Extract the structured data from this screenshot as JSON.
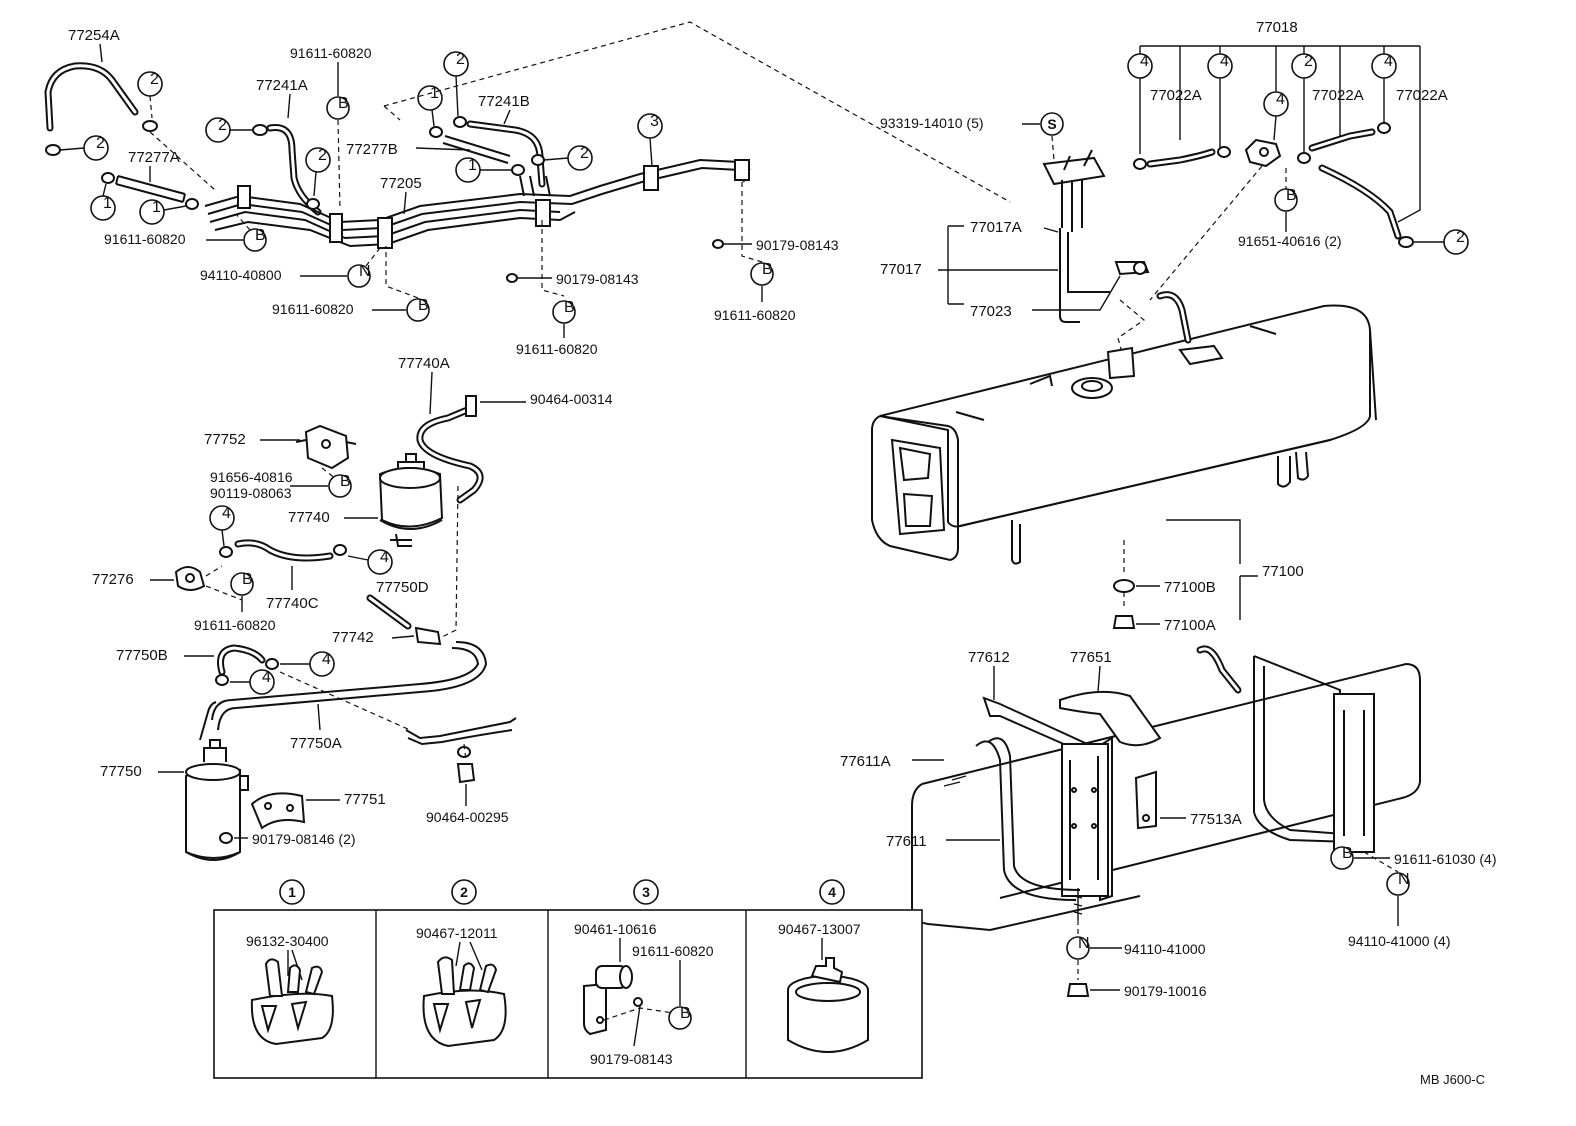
{
  "labels": {
    "p77254A": "77254A",
    "p91611_60820_a": "91611-60820",
    "p77241A": "77241A",
    "p77241B": "77241B",
    "p77277A": "77277A",
    "p77277B": "77277B",
    "p77205": "77205",
    "p91611_60820_b": "91611-60820",
    "p94110_40800": "94110-40800",
    "p91611_60820_c": "91611-60820",
    "p90179_08143_a": "90179-08143",
    "p91611_60820_d": "91611-60820",
    "p90179_08143_b": "90179-08143",
    "p91611_60820_e": "91611-60820",
    "p93319_14010": "93319-14010 (5)",
    "p77017A": "77017A",
    "p77017": "77017",
    "p77023": "77023",
    "p77018": "77018",
    "p77022A_a": "77022A",
    "p77022A_b": "77022A",
    "p77022A_c": "77022A",
    "p91651_40616": "91651-40616 (2)",
    "p77740A": "77740A",
    "p90464_00314": "90464-00314",
    "p77752": "77752",
    "p91656_40816": "91656-40816",
    "p90119_08063": "90119-08063",
    "p77740": "77740",
    "p77276": "77276",
    "p77740C": "77740C",
    "p77750D": "77750D",
    "p91611_60820_f": "91611-60820",
    "p77742": "77742",
    "p77750B": "77750B",
    "p77750A": "77750A",
    "p77750": "77750",
    "p77751": "77751",
    "p90464_00295": "90464-00295",
    "p90179_08146": "90179-08146 (2)",
    "p77100": "77100",
    "p77100B": "77100B",
    "p77100A": "77100A",
    "p77612": "77612",
    "p77651": "77651",
    "p77611A": "77611A",
    "p77611": "77611",
    "p77513A": "77513A",
    "p91611_61030": "91611-61030 (4)",
    "p94110_41000_a": "94110-41000",
    "p94110_41000_b": "94110-41000 (4)",
    "p90179_10016": "90179-10016"
  },
  "markers": {
    "one": "1",
    "two": "2",
    "three": "3",
    "four": "4",
    "B": "B",
    "N": "N",
    "S": "S"
  },
  "legend": {
    "c1_num": "1",
    "c1_part": "96132-30400",
    "c2_num": "2",
    "c2_part": "90467-12011",
    "c3_num": "3",
    "c3_part_a": "90461-10616",
    "c3_part_b": "91611-60820",
    "c3_part_c": "90179-08143",
    "c4_num": "4",
    "c4_part": "90467-13007"
  },
  "footer_code": "MB  J600-C"
}
